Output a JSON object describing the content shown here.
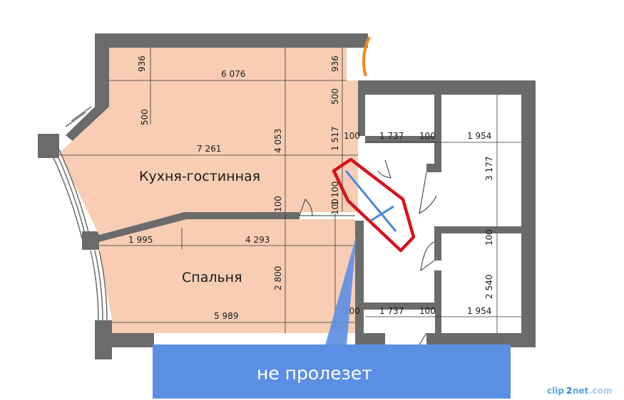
{
  "rooms": {
    "kitchen_living": "Кухня-гостинная",
    "bedroom": "Спальня"
  },
  "dimensions": {
    "top_left_height": "936",
    "top_width": "6 076",
    "top_right_height": "936",
    "pillar_left": "500",
    "pillar_right": "500",
    "kitchen_height": "4 053",
    "right_segment": "1 517",
    "kitchen_width": "7 261",
    "door_right": "1 100",
    "partition_left": "100",
    "partition_right": "100",
    "bedroom_left": "1 995",
    "bedroom_right": "4 293",
    "bedroom_height": "2 800",
    "bedroom_width": "5 989",
    "wc_top_gap": "100",
    "wc_top_width": "1 737",
    "wc_top_gap2": "100",
    "bath_top_width": "1 954",
    "bath_top_height": "3 177",
    "bath_mid_gap": "100",
    "wc_bot_gap": "100",
    "wc_bot_width": "1 737",
    "wc_bot_gap2": "100",
    "bath_bot_width": "1 954",
    "bath_bot_height": "2 540"
  },
  "callout": {
    "text": "не пролезет",
    "box_color": "#5b8fe3",
    "mark_color": "#d4141c"
  },
  "watermark": {
    "part1": "clip",
    "part2": "2",
    "part3": "net",
    "part4": ".com"
  },
  "colors": {
    "wall": "#6b6b6b",
    "room_fill": "#f8cdb4",
    "accent_orange": "#f28a1e"
  }
}
